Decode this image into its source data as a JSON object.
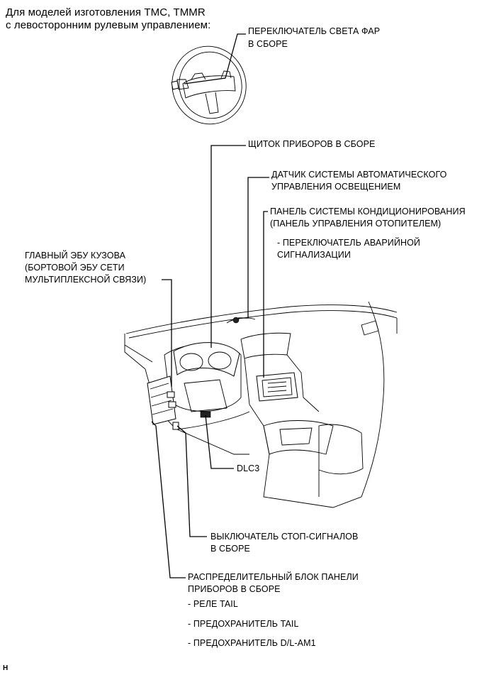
{
  "heading": {
    "line1": "Для моделей изготовления TMC, TMMR",
    "line2": "с левосторонним рулевым управлением:"
  },
  "labels": {
    "headlight_switch": [
      "ПЕРЕКЛЮЧАТЕЛЬ СВЕТА ФАР",
      "В СБОРЕ"
    ],
    "combination_meter": [
      "ЩИТОК ПРИБОРОВ В СБОРЕ"
    ],
    "light_sensor": [
      "ДАТЧИК СИСТЕМЫ АВТОМАТИЧЕСКОГО",
      "УПРАВЛЕНИЯ ОСВЕЩЕНИЕМ"
    ],
    "ac_panel": [
      "ПАНЕЛЬ СИСТЕМЫ КОНДИЦИОНИРОВАНИЯ",
      "(ПАНЕЛЬ УПРАВЛЕНИЯ ОТОПИТЕЛЕМ)"
    ],
    "hazard_switch": [
      "- ПЕРЕКЛЮЧАТЕЛЬ АВАРИЙНОЙ",
      "СИГНАЛИЗАЦИИ"
    ],
    "main_body_ecu": [
      "ГЛАВНЫЙ ЭБУ КУЗОВА",
      "(БОРТОВОЙ ЭБУ СЕТИ",
      "МУЛЬТИПЛЕКСНОЙ СВЯЗИ)"
    ],
    "dlc3": [
      "DLC3"
    ],
    "stop_light_switch": [
      "ВЫКЛЮЧАТЕЛЬ СТОП-СИГНАЛОВ",
      "В СБОРЕ"
    ],
    "junction_block": [
      "РАСПРЕДЕЛИТЕЛЬНЫЙ БЛОК ПАНЕЛИ",
      "ПРИБОРОВ В СБОРЕ"
    ],
    "junction_items": [
      "- РЕЛЕ TAIL",
      "- ПРЕДОХРАНИТЕЛЬ TAIL",
      "- ПРЕДОХРАНИТЕЛЬ D/L-AM1"
    ]
  },
  "figure_code": "H"
}
